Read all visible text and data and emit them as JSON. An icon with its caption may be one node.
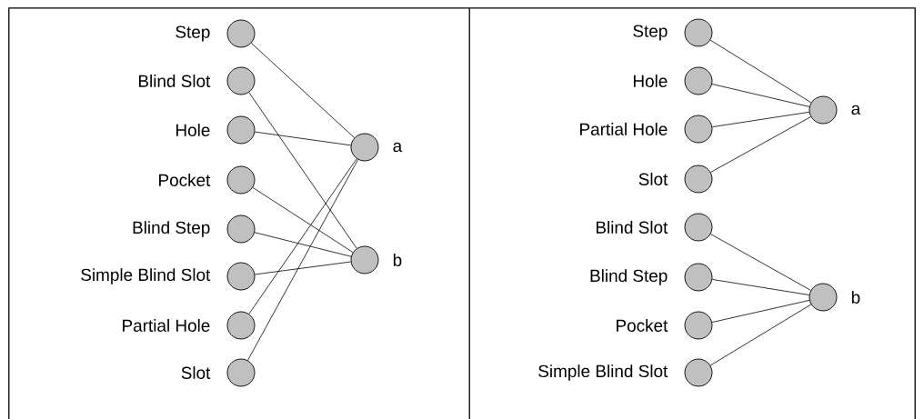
{
  "diagram": {
    "nodes": [
      {
        "text": [],
        "shape": "box"
      },
      {
        "text": [],
        "shape": "circle",
        "beside": [
          "Step"
        ],
        "in": 0
      },
      {
        "text": [],
        "shape": "circle",
        "beside": [
          "Blind Slot"
        ],
        "in": 0
      },
      {
        "text": [],
        "shape": "circle",
        "beside": [
          "Hole"
        ],
        "in": 0
      },
      {
        "text": [],
        "shape": "circle",
        "beside": [
          "Pocket"
        ],
        "in": 0
      },
      {
        "text": [],
        "shape": "circle",
        "beside": [
          "Blind Step"
        ],
        "in": 0
      },
      {
        "text": [],
        "shape": "circle",
        "beside": [
          "Simple Blind Slot"
        ],
        "in": 0
      },
      {
        "text": [],
        "shape": "circle",
        "beside": [
          "Partial Hole"
        ],
        "in": 0
      },
      {
        "text": [],
        "shape": "circle",
        "beside": [
          "Slot"
        ],
        "in": 0
      },
      {
        "text": [],
        "shape": "circle",
        "beside": [
          "a"
        ],
        "in": 0
      },
      {
        "text": [],
        "shape": "circle",
        "beside": [
          "b"
        ],
        "in": 0
      },
      {
        "text": [],
        "shape": "box"
      },
      {
        "text": [],
        "shape": "circle",
        "beside": [
          "Step"
        ],
        "in": 11
      },
      {
        "text": [],
        "shape": "circle",
        "beside": [
          "Hole"
        ],
        "in": 11
      },
      {
        "text": [],
        "shape": "circle",
        "beside": [
          "Partial Hole"
        ],
        "in": 11
      },
      {
        "text": [],
        "shape": "circle",
        "beside": [
          "Slot"
        ],
        "in": 11
      },
      {
        "text": [],
        "shape": "circle",
        "beside": [
          "Blind Slot"
        ],
        "in": 11
      },
      {
        "text": [],
        "shape": "circle",
        "beside": [
          "Blind Step"
        ],
        "in": 11
      },
      {
        "text": [],
        "shape": "circle",
        "beside": [
          "Pocket"
        ],
        "in": 11
      },
      {
        "text": [],
        "shape": "circle",
        "beside": [
          "Simple Blind Slot"
        ],
        "in": 11
      },
      {
        "text": [],
        "shape": "circle",
        "beside": [
          "a"
        ],
        "in": 11
      },
      {
        "text": [],
        "shape": "circle",
        "beside": [
          "b"
        ],
        "in": 11
      }
    ],
    "edges": [
      {
        "from": 1,
        "to": 9,
        "arrow": "none"
      },
      {
        "from": 2,
        "to": 10,
        "arrow": "none"
      },
      {
        "from": 3,
        "to": 9,
        "arrow": "none"
      },
      {
        "from": 4,
        "to": 10,
        "arrow": "none"
      },
      {
        "from": 5,
        "to": 10,
        "arrow": "none"
      },
      {
        "from": 6,
        "to": 10,
        "arrow": "none"
      },
      {
        "from": 7,
        "to": 9,
        "arrow": "none"
      },
      {
        "from": 8,
        "to": 9,
        "arrow": "none"
      },
      {
        "from": 12,
        "to": 20,
        "arrow": "none"
      },
      {
        "from": 13,
        "to": 20,
        "arrow": "none"
      },
      {
        "from": 14,
        "to": 20,
        "arrow": "none"
      },
      {
        "from": 15,
        "to": 20,
        "arrow": "none"
      },
      {
        "from": 16,
        "to": 21,
        "arrow": "none"
      },
      {
        "from": 17,
        "to": 21,
        "arrow": "none"
      },
      {
        "from": 18,
        "to": 21,
        "arrow": "none"
      },
      {
        "from": 19,
        "to": 21,
        "arrow": "none"
      }
    ]
  }
}
